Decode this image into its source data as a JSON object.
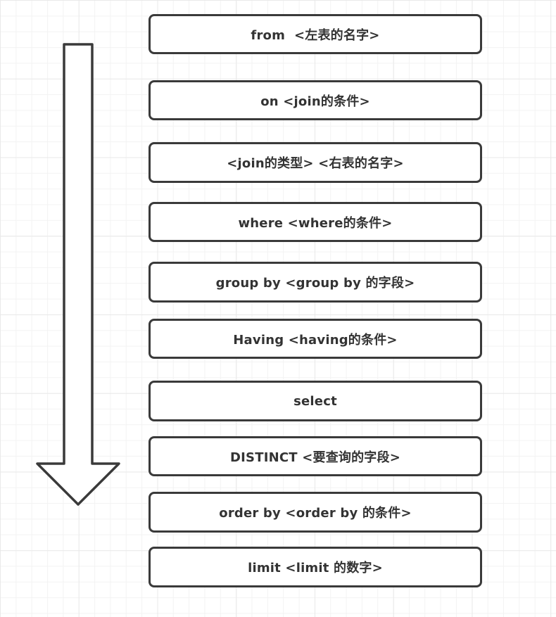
{
  "diagram": {
    "accent_color": "#3a3a3a",
    "text_color": "#333333",
    "grid_minor_color": "#f3f3f3",
    "grid_major_color": "#e9e9e9",
    "arrow_icon": "down-block-arrow",
    "boxes": [
      {
        "label": "from  <左表的名字>"
      },
      {
        "label": "on <join的条件>"
      },
      {
        "label": "<join的类型> <右表的名字>"
      },
      {
        "label": "where <where的条件>"
      },
      {
        "label": "group by <group by 的字段>"
      },
      {
        "label": "Having <having的条件>"
      },
      {
        "label": "select"
      },
      {
        "label": "DISTINCT <要查询的字段>"
      },
      {
        "label": "order by <order by 的条件>"
      },
      {
        "label": "limit <limit 的数字>"
      }
    ]
  }
}
